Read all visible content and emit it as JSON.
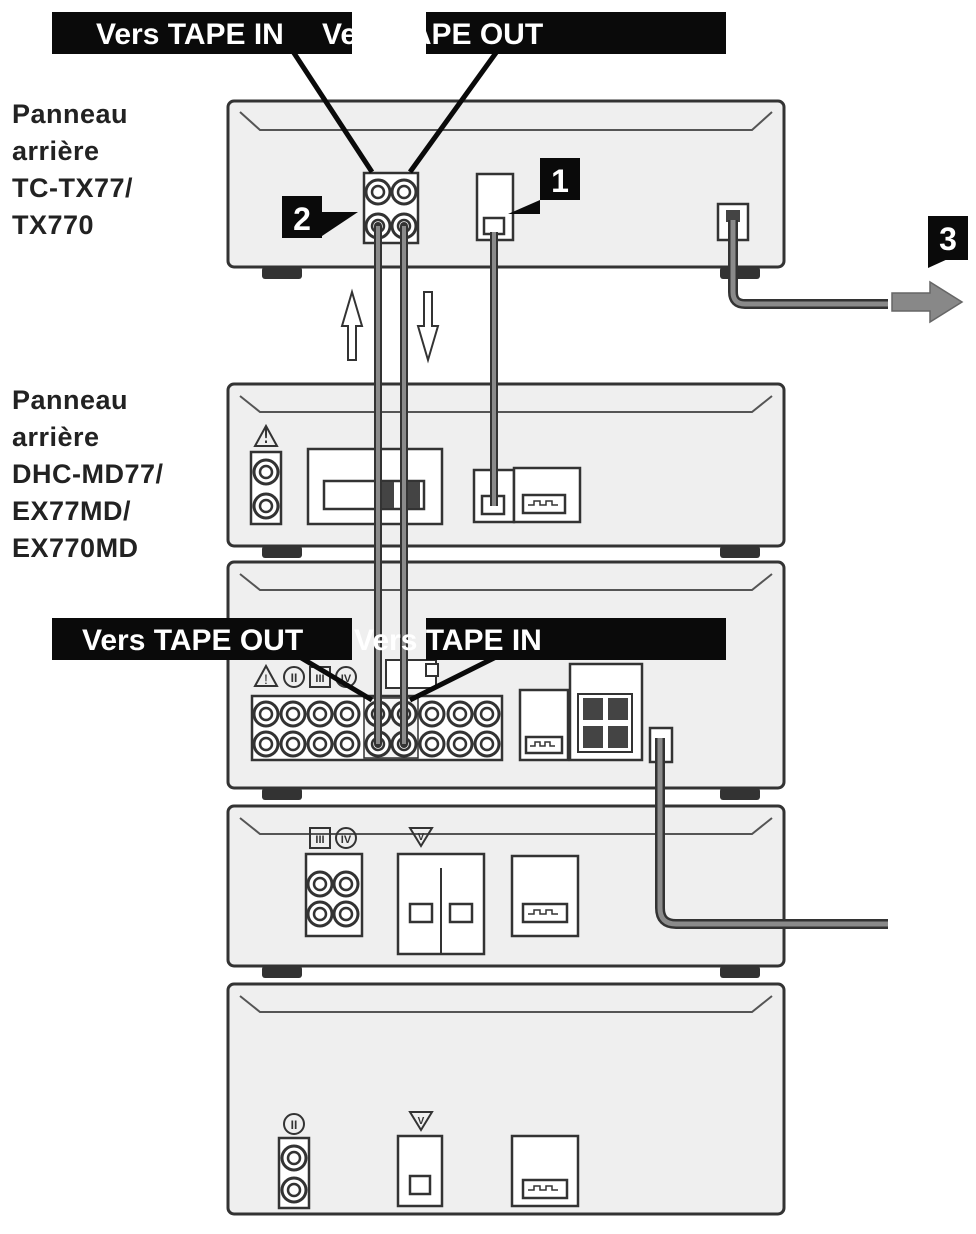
{
  "labels": {
    "top_left_callout": "Vers TAPE IN",
    "top_right_callout": "Vers TAPE OUT",
    "mid_left_callout": "Vers TAPE OUT",
    "mid_right_callout": "Vers TAPE IN",
    "deck_panel": "Panneau\narrière\nTC-TX77/\nTX770",
    "md_panel": "Panneau\narrière\nDHC-MD77/\nEX77MD/\nEX770MD"
  },
  "steps": {
    "s1": "1",
    "s2": "2",
    "s3": "3"
  },
  "jack_marks": {
    "warn": "!",
    "ii": "II",
    "iii": "III",
    "iv": "IV",
    "v": "V"
  },
  "colors": {
    "panel_fill": "#efefef",
    "line": "#333333",
    "callout": "#0a0a0a",
    "callout_text": "#ffffff",
    "cable": "#8a8a8a"
  }
}
